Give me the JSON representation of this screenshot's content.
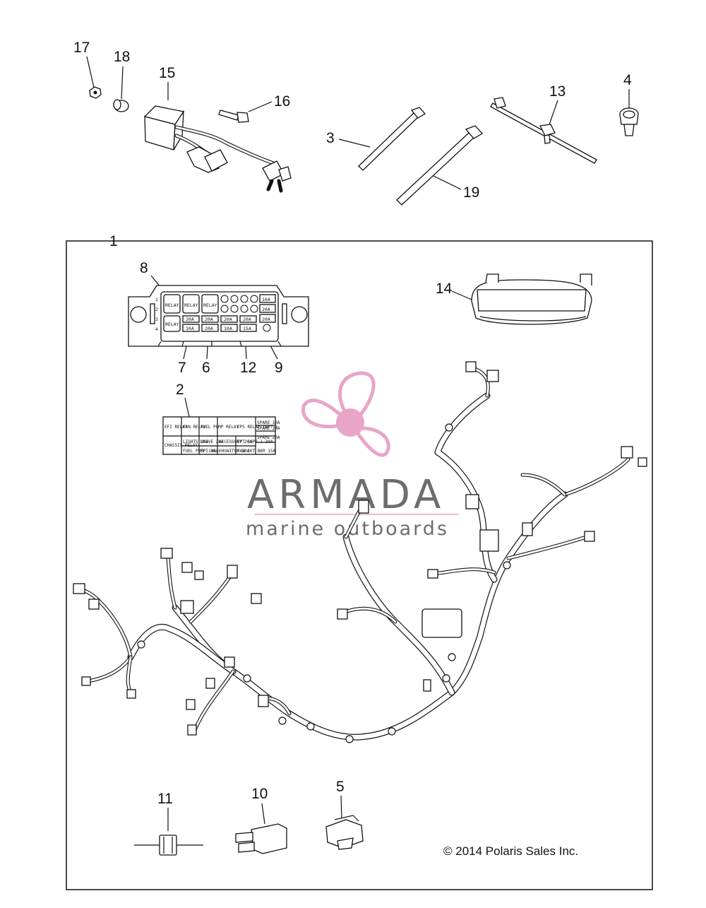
{
  "callouts": {
    "c1": "1",
    "c2": "2",
    "c3": "3",
    "c4": "4",
    "c5": "5",
    "c6": "6",
    "c7": "7",
    "c8": "8",
    "c9": "9",
    "c10": "10",
    "c11": "11",
    "c12": "12",
    "c13": "13",
    "c14": "14",
    "c15": "15",
    "c16": "16",
    "c17": "17",
    "c18": "18",
    "c19": "19"
  },
  "watermark": {
    "brand": "ARMADA",
    "tagline": "marine outboards",
    "color": "#e8a5c8"
  },
  "copyright": "© 2014 Polaris Sales Inc.",
  "fuse_box": {
    "relay": "RELAY",
    "row_markers": [
      "1",
      "2",
      "3",
      "4"
    ],
    "small_fuses": [
      "10A",
      "20A",
      "20A",
      "15A",
      "20A"
    ],
    "bottom_fuses": [
      "10A",
      "20A",
      "10A",
      "15A"
    ],
    "mid_fuses": [
      "20A",
      "20A",
      "20A",
      "20A"
    ]
  },
  "fuse_label": {
    "r1": [
      "EFI RELAY",
      "FAN RELAY",
      "FUEL PUMP RELAY",
      "",
      "EPS RELAY (OPT.)",
      "SPARE 10A",
      "SPARE 20A"
    ],
    "r2": [
      "CHASSIS RELAY",
      "LIGHTS 20A",
      "DRIVE 20A",
      "ACCESSORY 20A",
      "EPT (OPT.) 30A",
      "SPARE 20A"
    ],
    "r3": [
      "FUEL PUMP 10A",
      "EFI 10A",
      "KHSWITCH 10A",
      "FAN CKT BKR 15A"
    ]
  }
}
